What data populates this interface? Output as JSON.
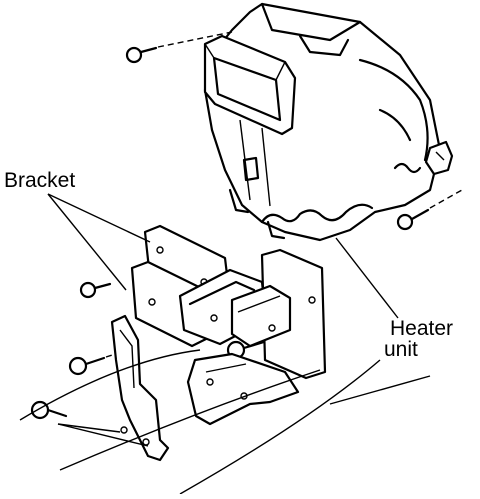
{
  "labels": {
    "bracket": "Bracket",
    "heater_line1": "Heater",
    "heater_line2": "unit"
  }
}
